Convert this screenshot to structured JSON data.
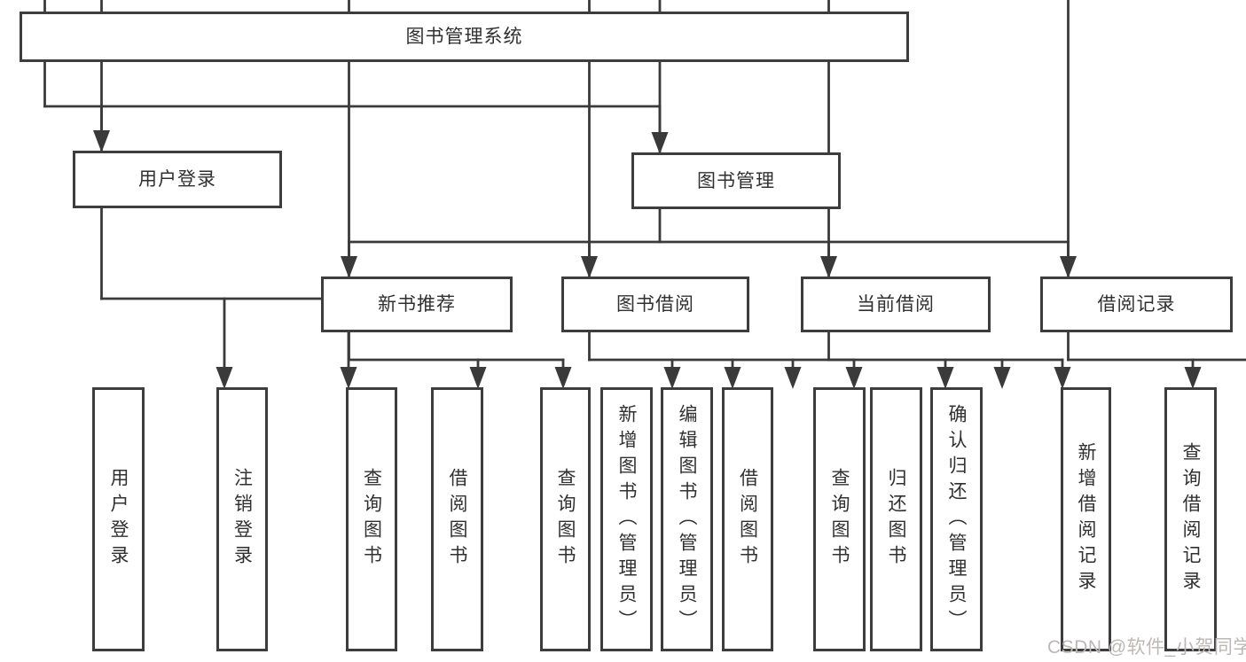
{
  "diagram": {
    "tree": {
      "label": "图书管理系统",
      "children": [
        {
          "label": "用户登录",
          "children": [
            {
              "label": "用户登录"
            },
            {
              "label": "注销登录"
            }
          ]
        },
        {
          "label": "图书管理",
          "children": [
            {
              "label": "新书推荐",
              "children": [
                {
                  "label": "查询图书"
                },
                {
                  "label": "借阅图书"
                }
              ]
            },
            {
              "label": "图书借阅",
              "children": [
                {
                  "label": "查询图书"
                },
                {
                  "label": "新增图书（管理员）"
                },
                {
                  "label": "编辑图书（管理员）"
                },
                {
                  "label": "借阅图书"
                }
              ]
            },
            {
              "label": "当前借阅",
              "children": [
                {
                  "label": "查询图书"
                },
                {
                  "label": "归还图书"
                },
                {
                  "label": "确认归还（管理员）"
                }
              ]
            },
            {
              "label": "借阅记录",
              "children": [
                {
                  "label": "新增借阅记录"
                },
                {
                  "label": "查询借阅记录"
                }
              ]
            }
          ]
        }
      ]
    },
    "watermark": "CSDN @软件_小贺同学",
    "colors": {
      "line": "#3a3a3a",
      "border": "#3d3d3d",
      "text": "#303030",
      "watermark": "#bdb7b7",
      "background": "#ffffff"
    }
  }
}
